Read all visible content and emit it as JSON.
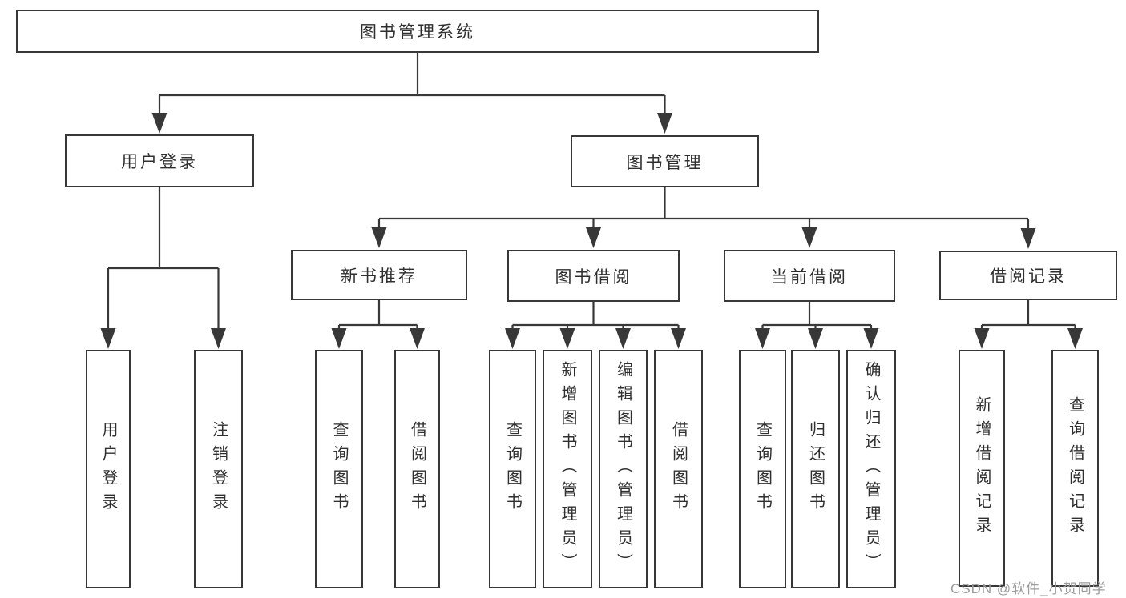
{
  "title_box": {
    "label": "图书管理系统"
  },
  "branches": [
    {
      "label": "用户登录",
      "children": [
        {
          "label": "用户登录"
        },
        {
          "label": "注销登录"
        }
      ]
    },
    {
      "label": "图书管理",
      "sections": [
        {
          "label": "新书推荐",
          "children": [
            {
              "label": "查询图书"
            },
            {
              "label": "借阅图书"
            }
          ]
        },
        {
          "label": "图书借阅",
          "children": [
            {
              "label": "查询图书"
            },
            {
              "label": "新增图书（管理员）"
            },
            {
              "label": "编辑图书（管理员）"
            },
            {
              "label": "借阅图书"
            }
          ]
        },
        {
          "label": "当前借阅",
          "children": [
            {
              "label": "查询图书"
            },
            {
              "label": "归还图书"
            },
            {
              "label": "确认归还（管理员）"
            }
          ]
        },
        {
          "label": "借阅记录",
          "children": [
            {
              "label": "新增借阅记录"
            },
            {
              "label": "查询借阅记录"
            }
          ]
        }
      ]
    }
  ],
  "watermark": {
    "text": "CSDN @软件_小贺同学"
  },
  "colors": {
    "line": "#383838",
    "box_border": "#373737",
    "text": "#2f2f2f",
    "watermark_text": "#9c9c9c",
    "background": "#ffffff"
  }
}
